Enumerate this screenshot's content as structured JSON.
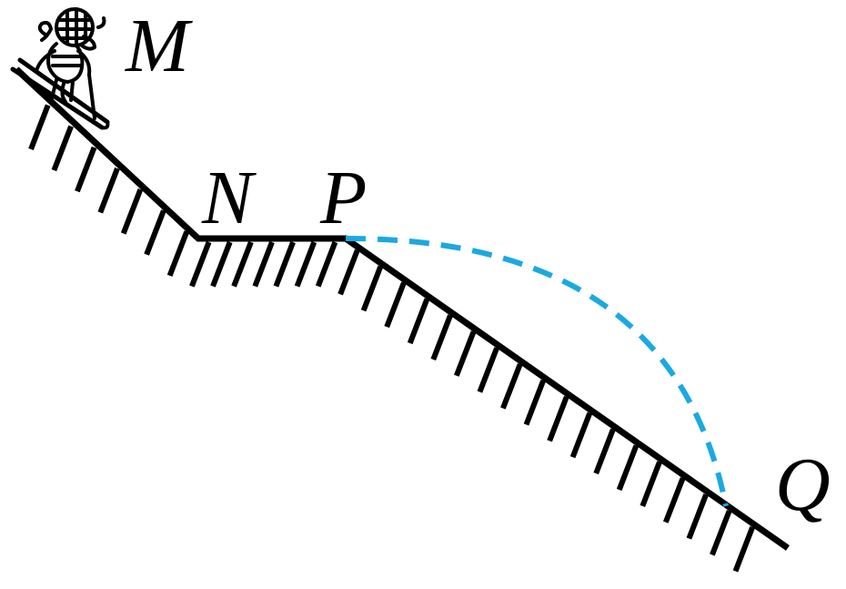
{
  "labels": {
    "M": "M",
    "N": "N",
    "P": "P",
    "Q": "Q"
  },
  "icons": {
    "skier": "skier-icon"
  },
  "colors": {
    "slope": "#000000",
    "trajectory": "#1aa9e0",
    "background": "#ffffff"
  }
}
